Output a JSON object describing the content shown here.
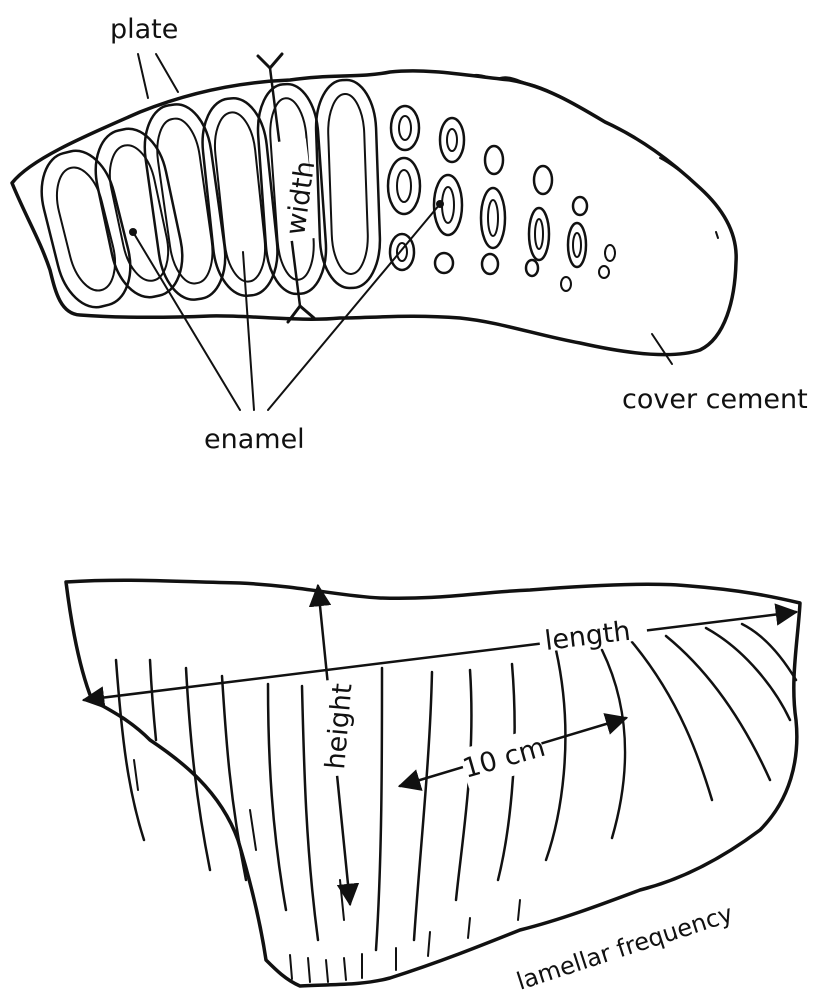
{
  "top_figure": {
    "labels": {
      "plate": "plate",
      "width": "width",
      "enamel": "enamel",
      "cover_cement": "cover cement"
    }
  },
  "bottom_figure": {
    "labels": {
      "length": "length",
      "height": "height",
      "ten_cm": "10 cm",
      "lamellar_frequency": "lamellar frequency"
    }
  },
  "colors": {
    "ink": "#111111",
    "background": "#ffffff"
  }
}
